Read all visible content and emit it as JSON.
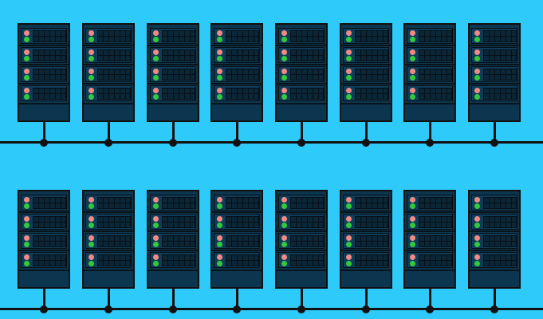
{
  "scene": {
    "background": "#2ecbfa",
    "line_color": "#111111",
    "server_body_color": "#0c3650",
    "led_status_color": "#f28a84",
    "led_power_color": "#34c93a"
  },
  "rows": [
    {
      "name": "top",
      "server_count": 8,
      "bays_per_server": 4
    },
    {
      "name": "bottom",
      "server_count": 8,
      "bays_per_server": 4
    }
  ],
  "icons": {
    "server": "server-rack-icon",
    "led_status": "status-led-icon",
    "led_power": "power-led-icon",
    "network_node": "network-node-icon"
  }
}
